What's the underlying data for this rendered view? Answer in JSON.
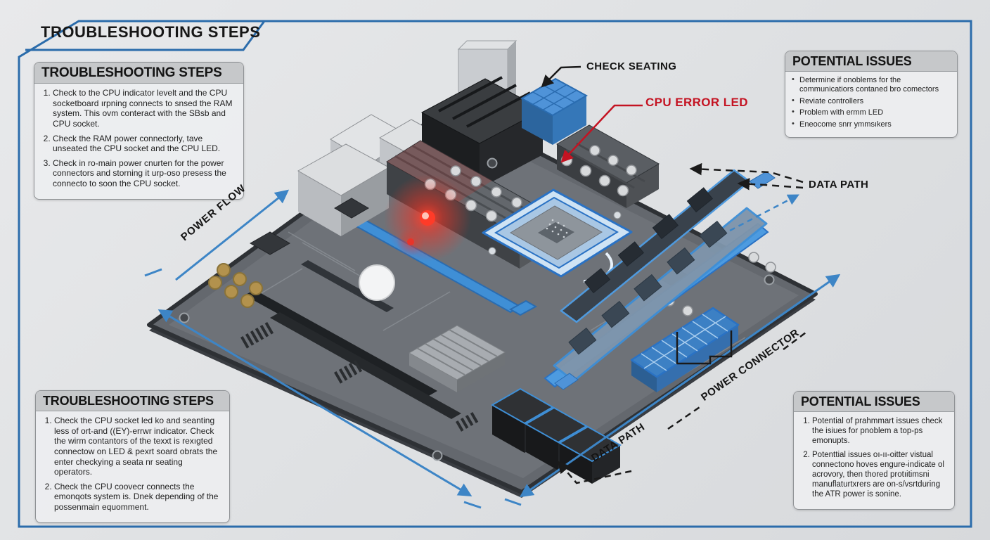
{
  "banner": {
    "title": "TROUBLESHOOTING STEPS"
  },
  "boxes": {
    "top_left": {
      "title": "TROUBLESHOOTING STEPS",
      "items": [
        "Check to the CPU indicator levelt and the CPU socketboard ırpning connects to snsed the RAM system. This ovm conteract with the SBsb and CPU socket.",
        "Check the RAM power connectorly, tave unseated the CPU socket and the CPU LED.",
        "Check in ro-main power cnurten for the power connectors and storning it urp-oso presess the connecto to soon the CPU socket."
      ]
    },
    "top_right": {
      "title": "POTENTIAL ISSUES",
      "items": [
        "Determine if onoblems for the communicatiors contaned bro comectors",
        "Reviate controllers",
        "Problem with ermm LED",
        "Eneocome snrr ymmsıkers"
      ]
    },
    "bottom_left": {
      "title": "TROUBLESHOOTING STEPS",
      "items": [
        "Check the CPU socket led ko and seanting less of ort-and ((EY)-errwr indicator. Check the wirm contantors of the texxt is rexıgted connectow on LED & pexrt soard obrats the enter checkying a seata nr seating operators.",
        "Check the CPU coovecr connects the emonqots system is. Dnek depending of the possenmain equomment."
      ]
    },
    "bottom_right": {
      "title": "POTENTIAL ISSUES",
      "items": [
        "Potential of prahmmart issues check the isiues for pnoblem a top-ps emonupts.",
        "Potenttial issues oı-ıı-oitter vistual connectono hoves engure-indicate ol acrovory, then thored protıitimsni manuflaturtxrers are on-s/vsrtduring the ATR power is sonine."
      ]
    }
  },
  "labels": {
    "check_seating": "CHECK SEATING",
    "cpu_error_led": "CPU ERROR LED",
    "data_path_right": "DATA PATH",
    "power_flow": "POWER FLOW",
    "power_connector": "POWER CONNECTOR",
    "data_path_bottom": "DATA PATH"
  },
  "colors": {
    "frame_blue": "#2b6cab",
    "arrow_blue": "#3d85c6",
    "highlight_blue": "#4f93d8",
    "error_red": "#c41322",
    "board_gray": "#64686e",
    "background": "#e0e2e4"
  }
}
